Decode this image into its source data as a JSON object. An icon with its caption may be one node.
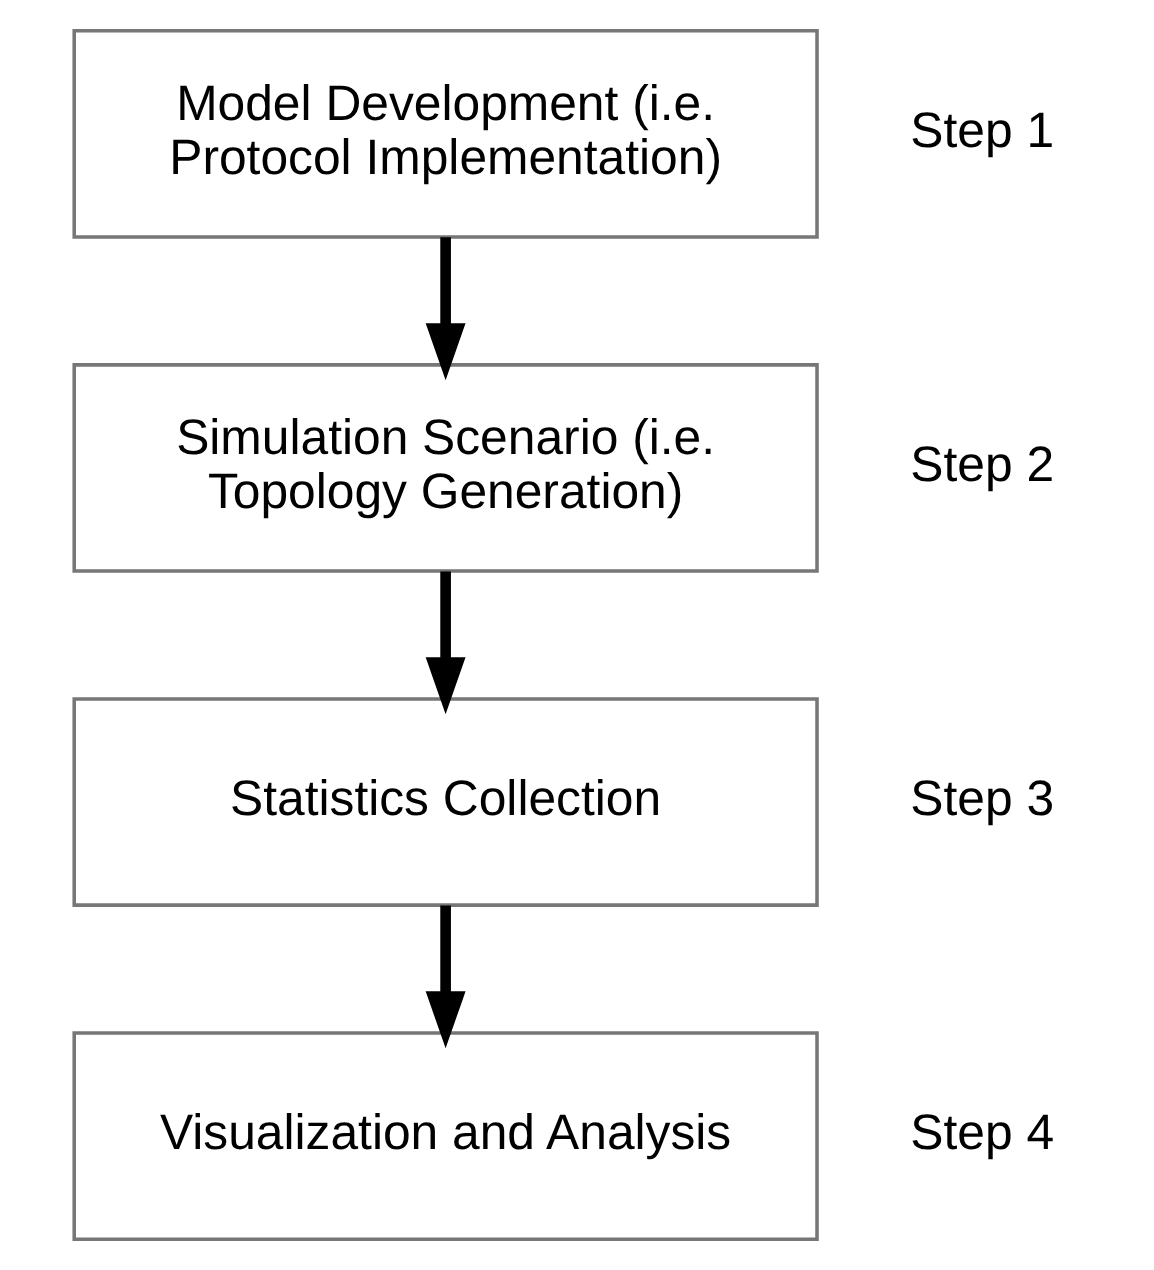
{
  "diagram": {
    "nodes": [
      {
        "text": [
          "Model Development (i.e. Protocol Implementation)"
        ],
        "beside": [
          "Step 1"
        ]
      },
      {
        "text": [
          "Simulation Scenario (i.e. Topology Generation)"
        ],
        "beside": [
          "Step 2"
        ]
      },
      {
        "text": [
          "Statistics Collection"
        ],
        "beside": [
          "Step 3"
        ]
      },
      {
        "text": [
          "Visualization and Analysis"
        ],
        "beside": [
          "Step 4"
        ]
      }
    ],
    "edges": [
      {
        "from": 0,
        "to": 1,
        "arrow": "to"
      },
      {
        "from": 1,
        "to": 2,
        "arrow": "to"
      },
      {
        "from": 2,
        "to": 3,
        "arrow": "to"
      }
    ]
  }
}
